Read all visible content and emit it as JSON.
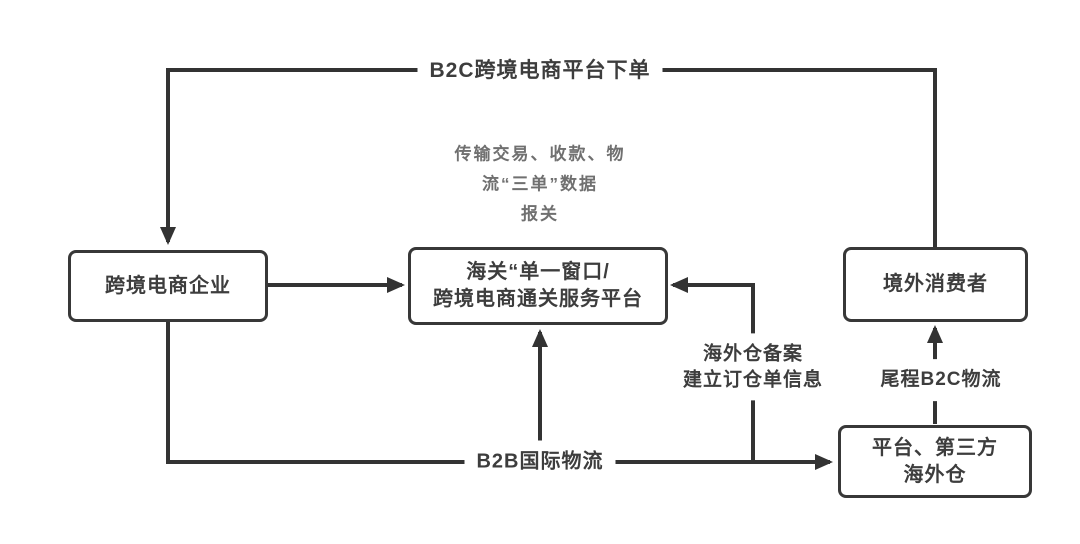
{
  "diagram": {
    "title": "B2C cross-border e-commerce overseas-warehouse customs flow",
    "nodes": {
      "enterprise": {
        "label": "跨境电商企业"
      },
      "customs": {
        "line1": "海关“单一窗口/",
        "line2": "跨境电商通关服务平台"
      },
      "consumer": {
        "label": "境外消费者"
      },
      "warehouse": {
        "line1": "平台、第三方",
        "line2": "海外仓"
      }
    },
    "edge_labels": {
      "order": "B2C跨境电商平台下单",
      "declare_line1": "传输交易、收款、物",
      "declare_line2": "流“三单”数据",
      "declare_line3": "报关",
      "filing_line1": "海外仓备案",
      "filing_line2": "建立订仓单信息",
      "lastmile": "尾程B2C物流",
      "b2b": "B2B国际物流"
    },
    "colors": {
      "line": "#333333",
      "box_border": "#383838",
      "text": "#3d3d3d",
      "muted_text": "#707070",
      "background": "#ffffff"
    }
  }
}
